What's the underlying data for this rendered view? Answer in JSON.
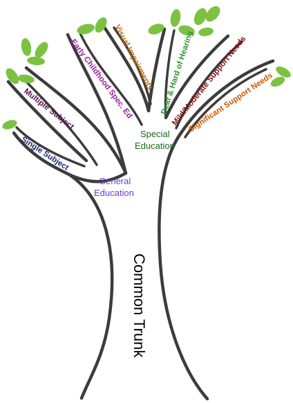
{
  "labels": {
    "trunk": "Common Trunk",
    "general_education": "General Education",
    "general_education_line1": "General",
    "general_education_line2": "Education",
    "special_education": "Special Education",
    "special_education_line1": "Special",
    "special_education_line2": "Education",
    "single_subject": "Single Subject",
    "multiple_subject": "Multiple Subject",
    "early_childhood": "Early Childhood Spec. Ed",
    "visual_impairments": "Visual Impairments",
    "deaf_hard_of_hearing": "Deaf & Hard of Hearing",
    "mild_moderate": "Mild/Moderate Support Needs",
    "significant_support": "Significant Support Needs"
  },
  "colors": {
    "trunk_text": "#000000",
    "general_education": "#6a3fd0",
    "special_education": "#1a6b1a",
    "single_subject": "#1b2a6b",
    "multiple_subject": "#5a1050",
    "early_childhood": "#9b1f9b",
    "visual_impairments": "#c06a10",
    "deaf_hard_of_hearing": "#2a9a2a",
    "mild_moderate": "#8a1010",
    "significant_support": "#c85a00",
    "leaf": "#7cc242",
    "branch": "#3c3c3c"
  },
  "structure": {
    "trunk": "Common Trunk",
    "branches": [
      {
        "name": "General Education",
        "sub_branches": [
          "Single Subject",
          "Multiple Subject"
        ]
      },
      {
        "name": "Special Education",
        "sub_branches": [
          "Early Childhood Spec. Ed",
          "Visual Impairments",
          "Deaf & Hard of Hearing",
          "Mild/Moderate Support Needs",
          "Significant Support Needs"
        ]
      }
    ]
  }
}
